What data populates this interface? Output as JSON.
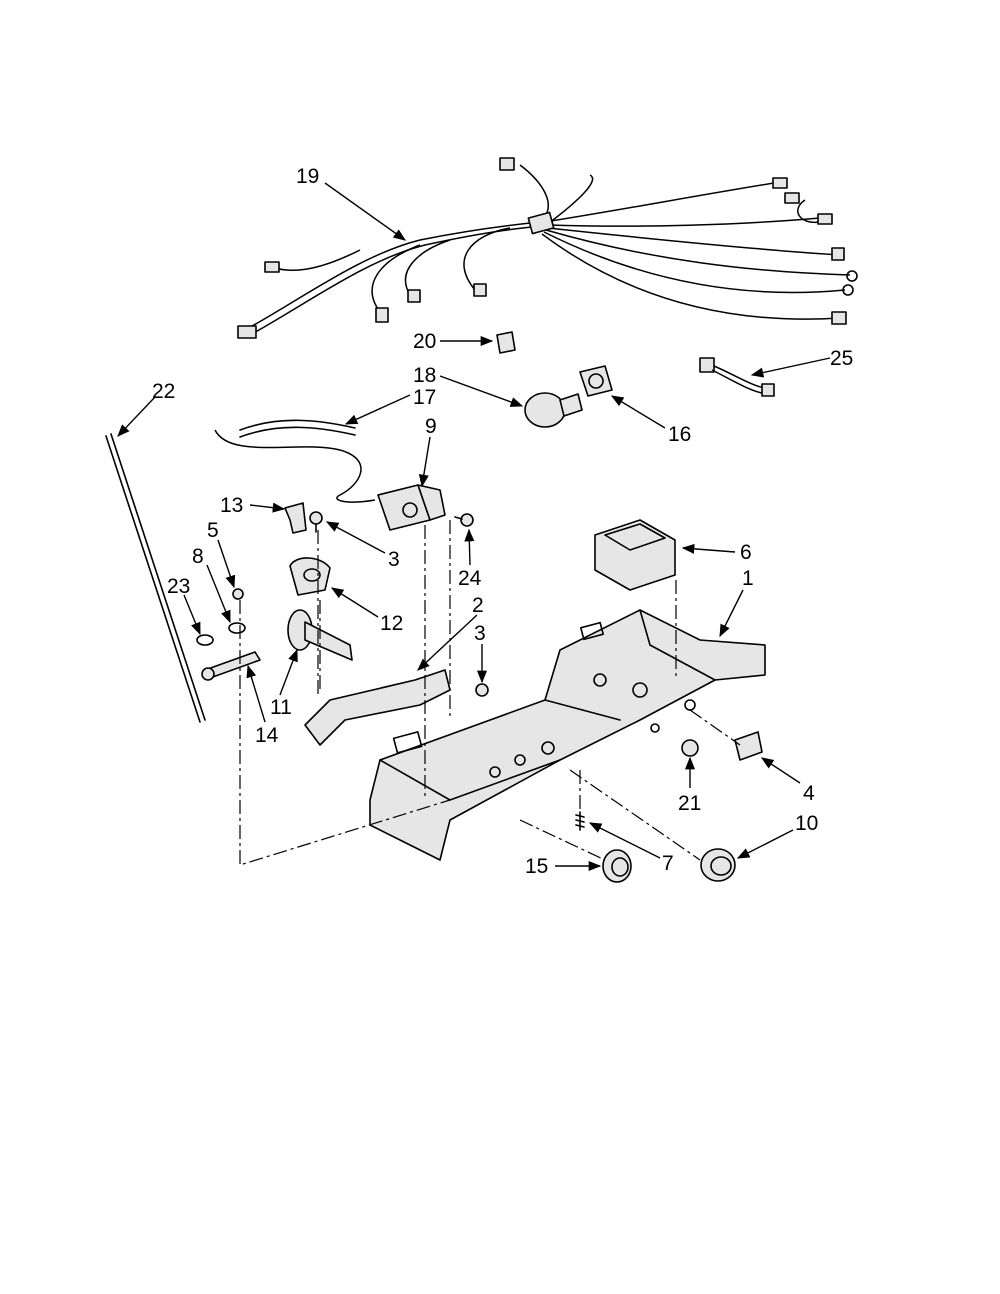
{
  "callouts": {
    "c1": "1",
    "c2": "2",
    "c3a": "3",
    "c3b": "3",
    "c4": "4",
    "c5": "5",
    "c6": "6",
    "c7": "7",
    "c8": "8",
    "c9": "9",
    "c10": "10",
    "c11": "11",
    "c12": "12",
    "c13": "13",
    "c14": "14",
    "c15": "15",
    "c16": "16",
    "c17": "17",
    "c18": "18",
    "c19": "19",
    "c20": "20",
    "c21": "21",
    "c22": "22",
    "c23": "23",
    "c24": "24",
    "c25": "25"
  }
}
